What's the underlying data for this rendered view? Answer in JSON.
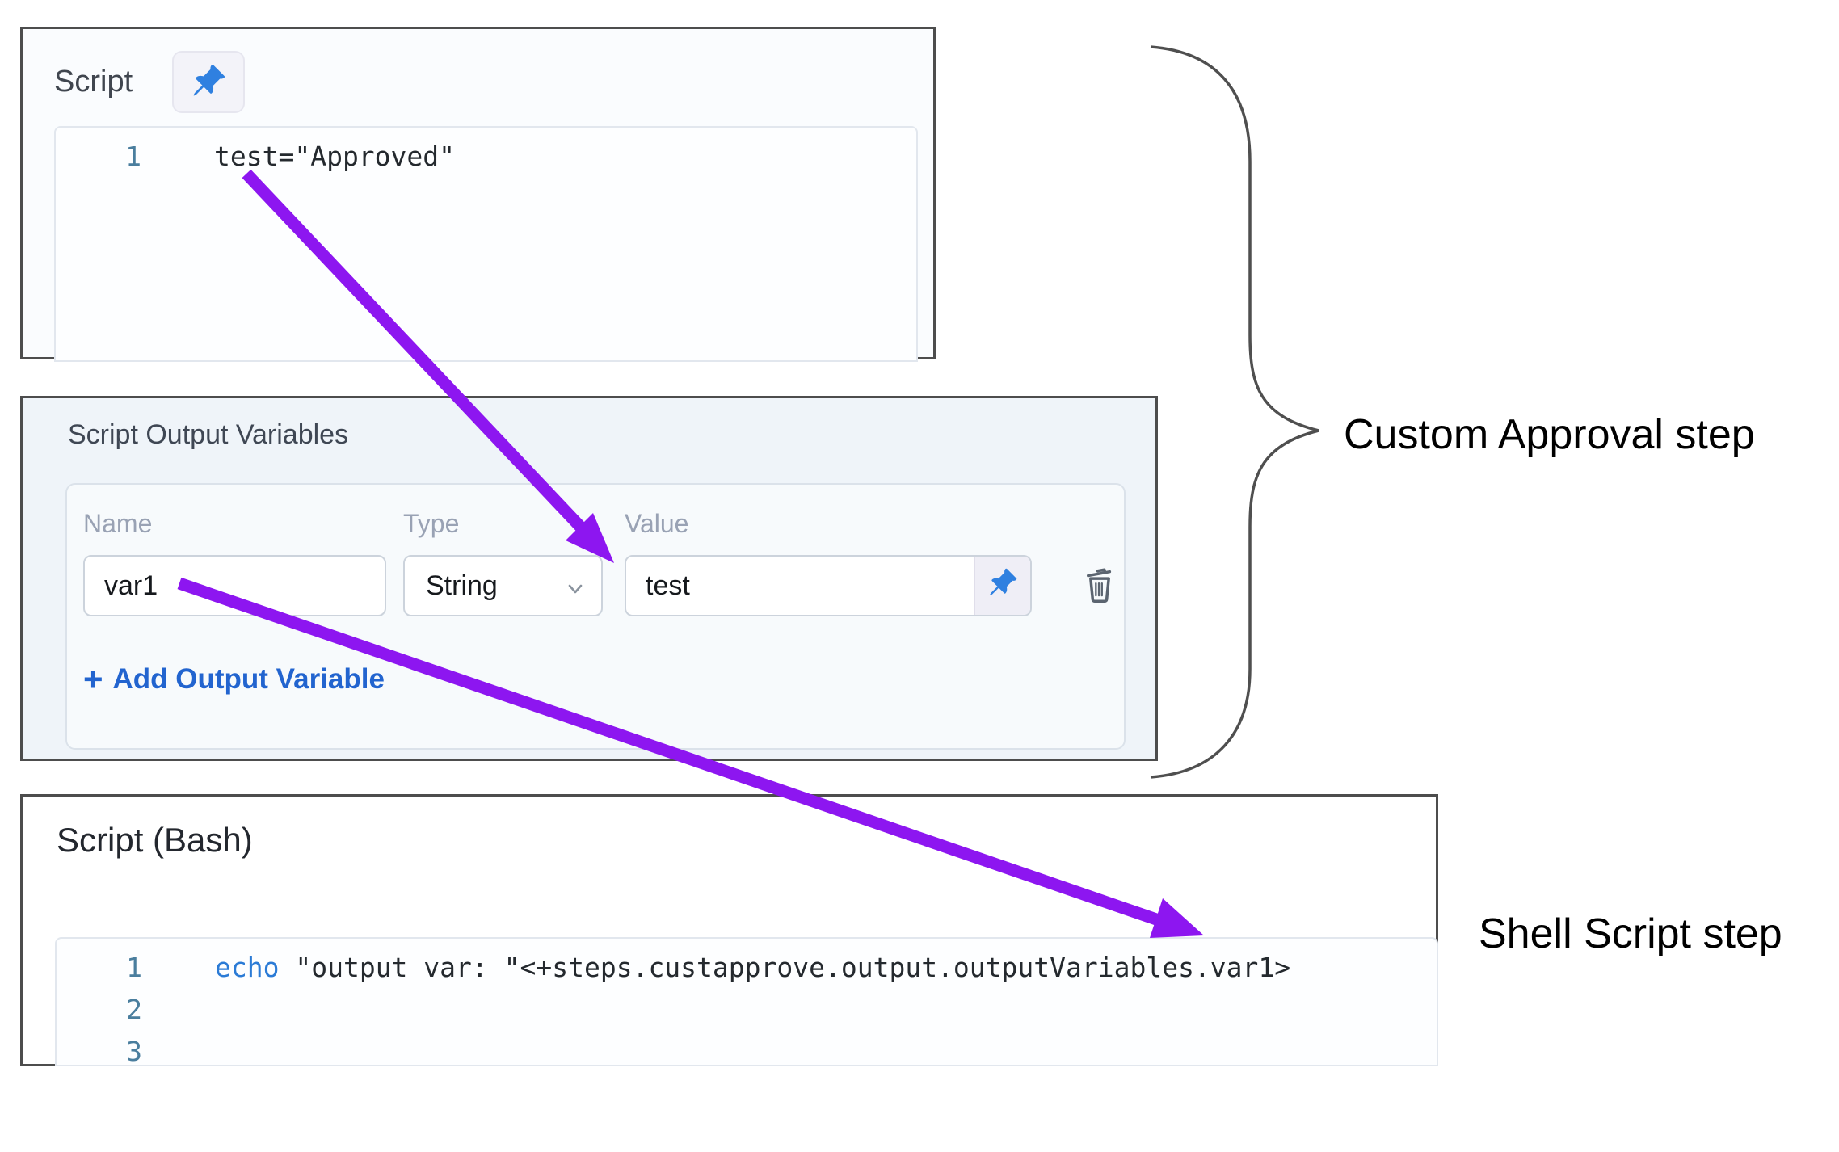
{
  "colors": {
    "arrow_purple": "#8d16f0",
    "panel_border": "#4d4d4d",
    "accent_blue": "#2264cf",
    "pin_blue": "#2f80e0",
    "line_number_teal": "#4a7e9e",
    "keyword_blue": "#2b7bd6",
    "label_gray": "#99a2b4",
    "panel2_background": "#eff4f9"
  },
  "script_panel": {
    "title": "Script",
    "lines": [
      {
        "num": "1",
        "code": "test=\"Approved\""
      }
    ]
  },
  "output_vars": {
    "title": "Script Output Variables",
    "labels": {
      "name": "Name",
      "type": "Type",
      "value": "Value"
    },
    "row": {
      "name": "var1",
      "type": "String",
      "value": "test"
    },
    "add_plus": "+",
    "add_button": "Add Output Variable"
  },
  "bash_panel": {
    "title": "Script (Bash)",
    "lines": [
      {
        "num": "1",
        "keyword": "echo",
        "code": " \"output var: \"<+steps.custapprove.output.outputVariables.var1>"
      },
      {
        "num": "2",
        "keyword": "",
        "code": ""
      },
      {
        "num": "3",
        "keyword": "",
        "code": ""
      }
    ]
  },
  "annotations": {
    "custom_approval": "Custom Approval step",
    "shell_script": "Shell Script step"
  }
}
